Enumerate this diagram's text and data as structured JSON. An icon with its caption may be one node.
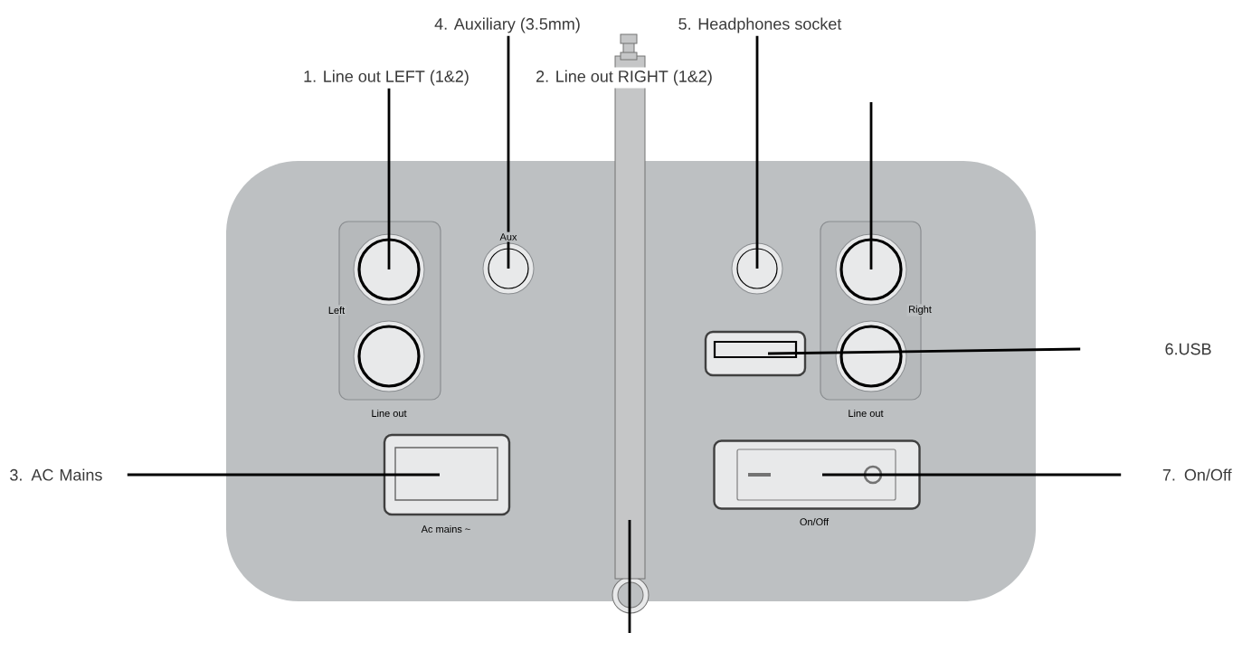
{
  "diagram": {
    "nodes": [
      {
        "text": [
          "1. Line out LEFT (1&2)"
        ]
      },
      {
        "text": [
          "2. Line out RIGHT (1&2)"
        ]
      },
      {
        "text": [
          "3. AC Mains"
        ]
      },
      {
        "text": [
          "4. Auxiliary (3.5mm)"
        ]
      },
      {
        "text": [
          "5. Headphones socket"
        ]
      },
      {
        "text": [
          "6.USB"
        ]
      },
      {
        "text": [
          "7. On/Off"
        ]
      },
      {
        "text": [],
        "shape": "box",
        "beside": [
          "Left",
          "Line out"
        ]
      },
      {
        "text": [],
        "shape": "circle",
        "in": 7
      },
      {
        "text": [],
        "shape": "circle",
        "in": 7
      },
      {
        "text": [],
        "shape": "circle",
        "beside": [
          "Aux"
        ]
      },
      {
        "text": [],
        "shape": "box",
        "beside": [
          "Ac mains ~"
        ]
      },
      {
        "text": [],
        "shape": "circle"
      },
      {
        "text": [],
        "shape": "box",
        "beside": [
          "Right",
          "Line out"
        ]
      },
      {
        "text": [],
        "shape": "circle",
        "in": 13
      },
      {
        "text": [],
        "shape": "circle",
        "in": 13
      },
      {
        "text": [],
        "shape": "box"
      },
      {
        "text": [],
        "shape": "box",
        "beside": [
          "On/Off"
        ]
      },
      {
        "text": [],
        "shape": "antenna"
      }
    ],
    "edges": [
      {
        "from": 0,
        "to": 8,
        "arrow": "none"
      },
      {
        "from": null,
        "to": 14,
        "arrow": "none"
      },
      {
        "from": 2,
        "to": 11,
        "arrow": "none"
      },
      {
        "from": 3,
        "to": 10,
        "arrow": "none"
      },
      {
        "from": 4,
        "to": 12,
        "arrow": "none"
      },
      {
        "from": 5,
        "to": 16,
        "arrow": "none"
      },
      {
        "from": 6,
        "to": 17,
        "arrow": "none"
      },
      {
        "from": 18,
        "to": null,
        "arrow": "none"
      }
    ]
  }
}
